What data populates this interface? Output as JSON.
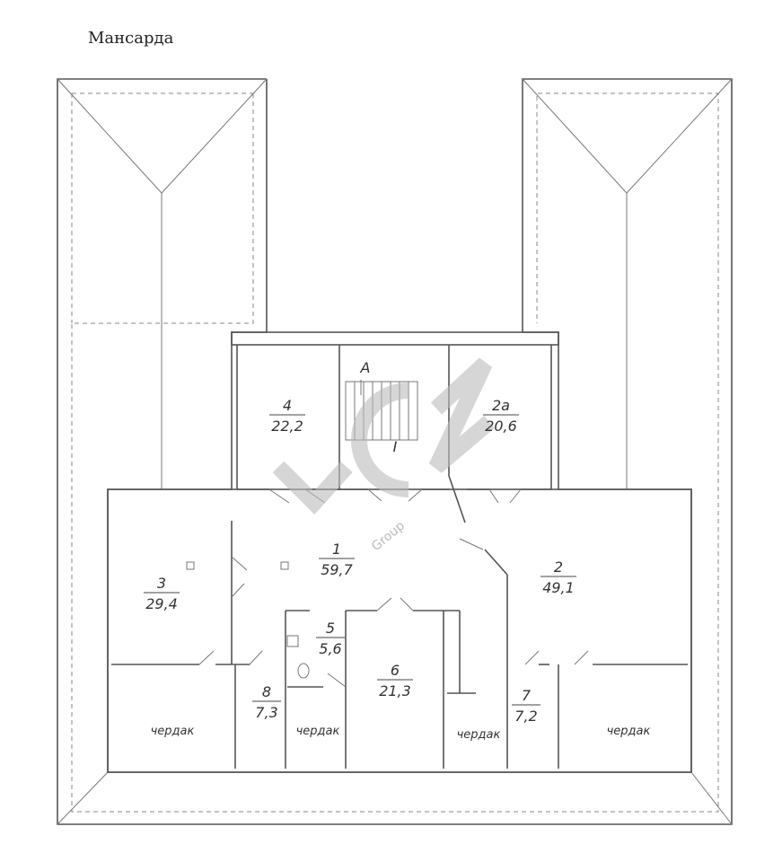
{
  "title": "Мансарда",
  "rooms": {
    "r1": {
      "num": "1",
      "area": "59,7"
    },
    "r2": {
      "num": "2",
      "area": "49,1"
    },
    "r2a": {
      "num": "2а",
      "area": "20,6"
    },
    "r3": {
      "num": "3",
      "area": "29,4"
    },
    "r4": {
      "num": "4",
      "area": "22,2"
    },
    "r5": {
      "num": "5",
      "area": "5,6"
    },
    "r6": {
      "num": "6",
      "area": "21,3"
    },
    "r7": {
      "num": "7",
      "area": "7,2"
    },
    "r8": {
      "num": "8",
      "area": "7,3"
    }
  },
  "attics": [
    "чердак",
    "чердак",
    "чердак",
    "чердак"
  ],
  "stair": {
    "mark": "A",
    "num": "I"
  },
  "watermark": {
    "logo": "VGN",
    "sub": "Group"
  }
}
